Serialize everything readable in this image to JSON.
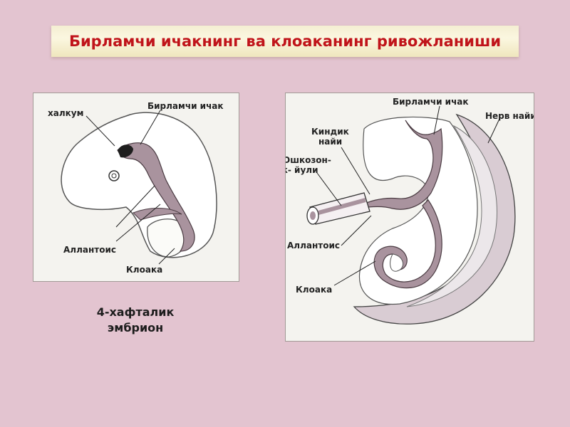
{
  "title": "Бирламчи ичакнинг ва клоаканинг ривожланиши",
  "left_diagram": {
    "labels": {
      "halqum": "халкум",
      "primary_gut": "Бирламчи ичак",
      "allantois": "Аллантоис",
      "cloaca": "Клоака"
    }
  },
  "right_diagram": {
    "labels": {
      "primary_gut": "Бирламчи ичак",
      "nerve_tube": "Нерв найи",
      "umbilical_line1": "Киндик",
      "umbilical_line2": "найи",
      "vitelline_line1": "Ошкозон-",
      "vitelline_line2": "ичак- йули",
      "allantois": "Аллантоис",
      "cloaca": "Клоака"
    }
  },
  "caption": {
    "line1": "4-хафталик",
    "line2": "эмбрион"
  },
  "colors": {
    "background": "#e3c4d0",
    "title_text": "#c0141a",
    "gut_fill": "#a9939e",
    "panel": "#f4f3ef"
  }
}
